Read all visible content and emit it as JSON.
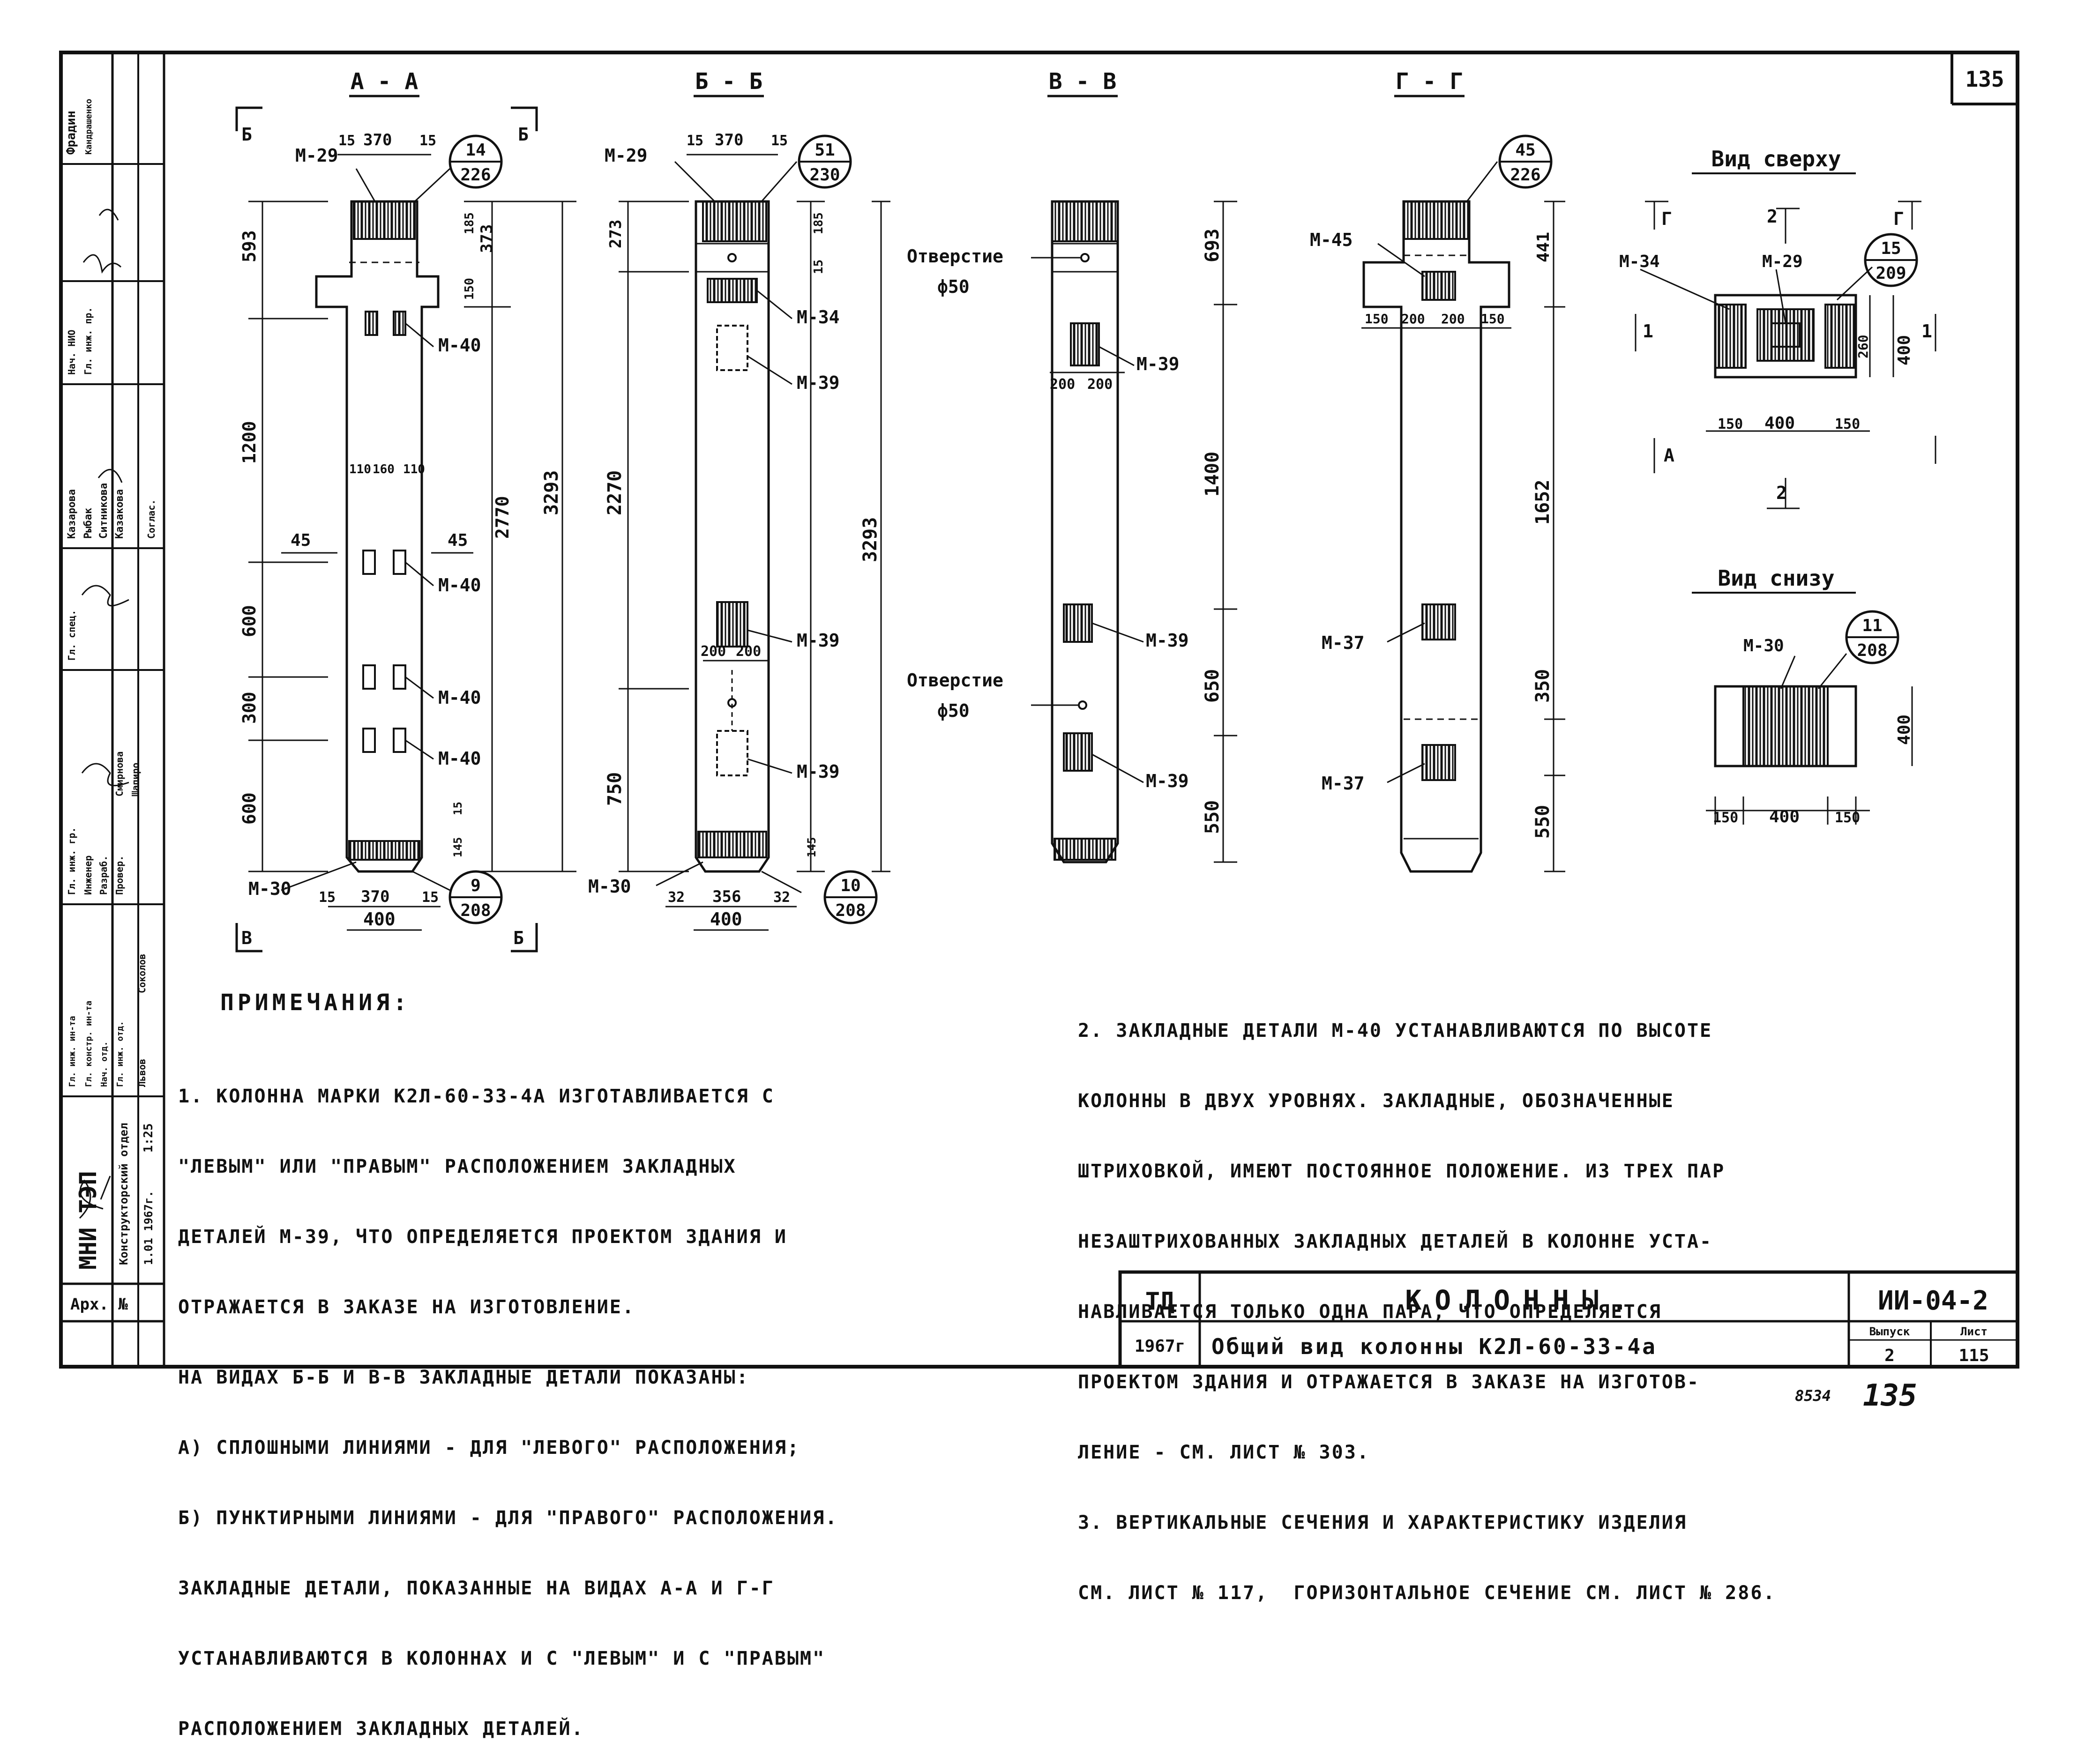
{
  "sheet_number": "135",
  "sections": {
    "aa": "А - А",
    "bb": "Б - Б",
    "vv": "В - В",
    "gg": "Г - Г"
  },
  "views": {
    "top": "Вид сверху",
    "bottom": "Вид снизу"
  },
  "cut_marks": {
    "b": "Б",
    "v": "В",
    "g": "Г",
    "a": "А",
    "one": "1",
    "two": "2"
  },
  "holes": {
    "label": "Отверстие",
    "diameter": "ф50"
  },
  "parts": {
    "m29": "М-29",
    "m30": "М-30",
    "m34": "М-34",
    "m37": "М-37",
    "m39": "М-39",
    "m40": "М-40",
    "m45": "М-45"
  },
  "callouts": [
    {
      "top": "14",
      "bottom": "226"
    },
    {
      "top": "51",
      "bottom": "230"
    },
    {
      "top": "45",
      "bottom": "226"
    },
    {
      "top": "15",
      "bottom": "209"
    },
    {
      "top": "11",
      "bottom": "208"
    },
    {
      "top": "9",
      "bottom": "208"
    },
    {
      "top": "10",
      "bottom": "208"
    }
  ],
  "dims": {
    "d15": "15",
    "d370": "370",
    "d593": "593",
    "d1200": "1200",
    "d600": "600",
    "d300": "300",
    "d2770": "2770",
    "d3293": "3293",
    "d185": "185",
    "d373": "373",
    "d150": "150",
    "d110": "110",
    "d160": "160",
    "d45": "45",
    "d400": "400",
    "d273": "273",
    "d2270": "2270",
    "d750": "750",
    "d32": "32",
    "d356": "356",
    "d200": "200",
    "d693": "693",
    "d1400": "1400",
    "d650": "650",
    "d550": "550",
    "d441": "441",
    "d1652": "1652",
    "d350": "350",
    "d260": "260",
    "d145": "145"
  },
  "notes": {
    "heading": "Примечания:",
    "left": [
      "1. Колонна марки К2Л-60-33-4а изготавливается с",
      "\"левым\" или \"правым\" расположением закладных",
      "деталей М-39, что определяется проектом здания и",
      "отражается в заказе на изготовление.",
      "На видах Б-Б и В-В закладные детали показаны:",
      "а) сплошными линиями - для \"левого\" расположения;",
      "б) пунктирными линиями - для \"правого\" расположения.",
      "Закладные детали, показанные на видах А-А и Г-Г",
      "устанавливаются в колоннах и с \"левым\" и с \"правым\"",
      "расположением закладных деталей."
    ],
    "right": [
      "2. Закладные детали М-40 устанавливаются по высоте",
      "колонны в двух уровнях. Закладные, обозначенные",
      "штриховкой, имеют постоянное положение. Из трех пар",
      "незаштрихованных закладных деталей в колонне уста-",
      "навливается только одна пара, что определяется",
      "проектом здания и отражается в заказе на изготов-",
      "ление - см. лист № 303.",
      "3. Вертикальные сечения и характеристику изделия",
      "см. лист № 117,  горизонтальное сечение см. лист № 286."
    ]
  },
  "title_block": {
    "org": "ТД",
    "year": "1967г",
    "title": "КОЛОННЫ.",
    "subtitle": "Общий вид колонны  К2Л-60-33-4а",
    "code": "ИИ-04-2",
    "issue_label": "Выпуск",
    "issue": "2",
    "sheet_label": "Лист",
    "sheet": "115"
  },
  "bottom_numbers": {
    "stamp": "8534",
    "page": "135"
  },
  "side_stamp": {
    "ministry": "МНИ ТЭП",
    "dept": "Конструкторский отдел",
    "arch": "Арх. №",
    "date": "1.01 1967г.",
    "scale": "1:25",
    "roles": [
      "Гл. инж. ин-та",
      "Гл. констр. ин-та",
      "Нач. отд.",
      "Гл. инж. отд.",
      "Гл. инж. гр.",
      "Инженер",
      "Разраб.",
      "Провер.",
      "Гл. спец.",
      "Нач. НИО",
      "Гл. инж. пр.",
      "Соглас."
    ],
    "names": [
      "Львов",
      "Соколов",
      "Смирнова",
      "Шапиро",
      "Казарова",
      "Рыбак",
      "Ситникова",
      "Казакова",
      "Фрадин",
      "Кандрашенко"
    ]
  }
}
